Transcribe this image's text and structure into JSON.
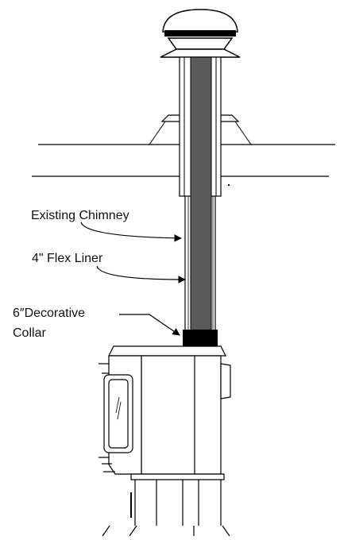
{
  "labels": {
    "existing_chimney": "Existing Chimney",
    "flex_liner": "4\" Flex Liner",
    "decorative_collar_line1": "6″Decorative",
    "decorative_collar_line2": "Collar"
  },
  "colors": {
    "line": "#000000",
    "liner_fill": "#5a5a5a",
    "collar_fill": "#000000",
    "background": "#ffffff"
  }
}
